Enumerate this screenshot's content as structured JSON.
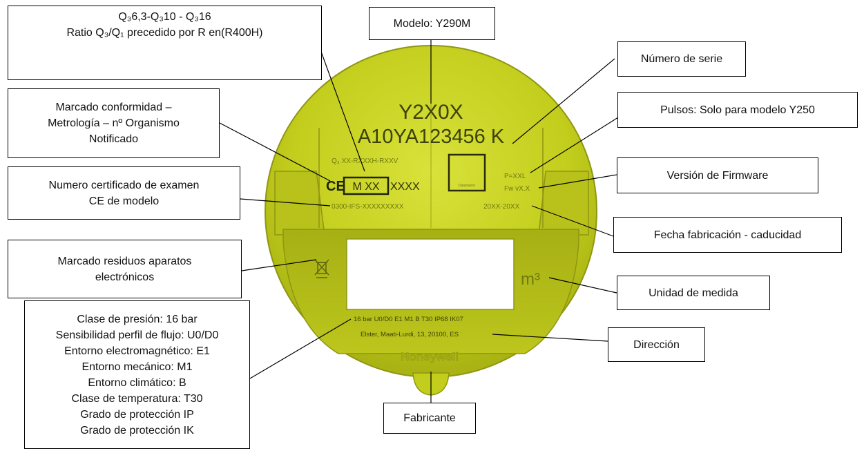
{
  "colors": {
    "meter_body": "#c8d41e",
    "meter_dark": "#9da615",
    "print": "#6f7a10",
    "line": "#000000"
  },
  "meter": {
    "model_code": "Y2X0X",
    "serial": "A10YA123456 K",
    "q3_line": "Q₃ XX-RXXXH-RXXV",
    "ce_mark": "CE",
    "m_mark": "M XX",
    "notified_body": "XXXX",
    "qr_label": "Datamatrix",
    "pulse": "P=XXL",
    "firmware": "Fw vX.X",
    "cert_number": "0300-IFS-XXXXXXXXX",
    "date_range": "20XX-20XX",
    "unit": "m³",
    "env_line": "16 bar U0/D0 E1 M1 B T30 IP68 IK07",
    "address": "Elster, Maati-Lurdi, 13, 20100, ES",
    "brand": "Honeywell",
    "weee_icon": "crossed-bin-icon"
  },
  "callouts": {
    "q3": [
      "Q₃6,3-Q₃10 - Q₃16",
      "Ratio Q₃/Q₁ precedido por R en(R400H)"
    ],
    "modelo": [
      "Modelo: Y290M"
    ],
    "serie": [
      "Número de serie"
    ],
    "pulsos": [
      "Pulsos: Solo para modelo Y250"
    ],
    "marcado": [
      "Marcado conformidad –",
      "Metrología – nº Organismo",
      "Notificado"
    ],
    "firmware": [
      "Versión de Firmware"
    ],
    "certificado": [
      "Numero certificado de examen",
      "CE de modelo"
    ],
    "fecha": [
      "Fecha fabricación - caducidad"
    ],
    "residuos": [
      "Marcado residuos aparatos",
      "electrónicos"
    ],
    "unidad": [
      "Unidad de medida"
    ],
    "clase": [
      "Clase de presión: 16 bar",
      "Sensibilidad perfil de flujo: U0/D0",
      "Entorno electromagnético: E1",
      "Entorno mecánico: M1",
      "Entorno climático: B",
      "Clase de temperatura: T30",
      "Grado de protección IP",
      "Grado de protección IK"
    ],
    "direccion": [
      "Dirección"
    ],
    "fabricante": [
      "Fabricante"
    ]
  }
}
